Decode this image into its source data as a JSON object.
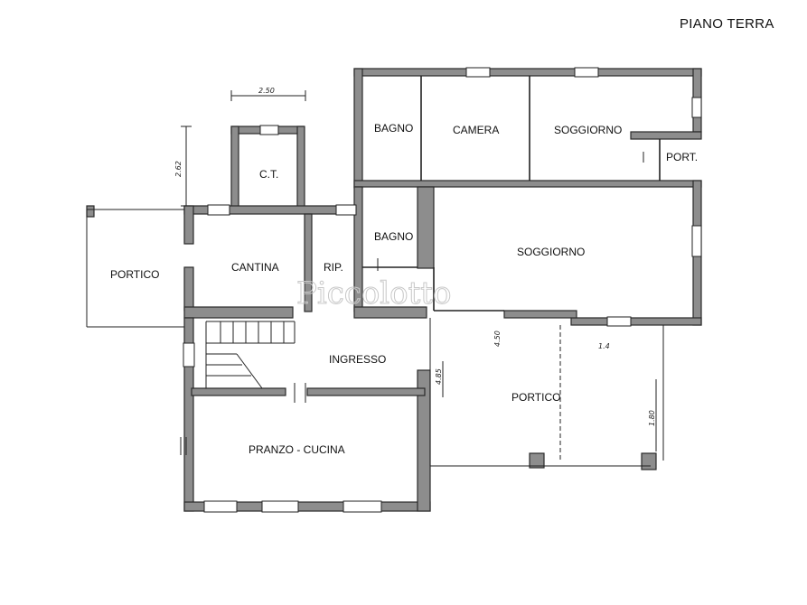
{
  "title": "PIANO TERRA",
  "rooms": {
    "bagno_top": "BAGNO",
    "camera": "CAMERA",
    "soggiorno_top": "SOGGIORNO",
    "port_small": "PORT.",
    "ct": "C.T.",
    "bagno_mid": "BAGNO",
    "soggiorno_main": "SOGGIORNO",
    "portico_left": "PORTICO",
    "cantina": "CANTINA",
    "rip": "RIP.",
    "ingresso": "INGRESSO",
    "portico_right": "PORTICO",
    "pranzo_cucina": "PRANZO - CUCINA"
  },
  "dimensions": {
    "d250": "2.50",
    "d262": "2.62",
    "d450": "4.50",
    "d485": "4.85",
    "d14": "1.4",
    "d180": "1.80"
  },
  "watermark": "Piccolotto"
}
